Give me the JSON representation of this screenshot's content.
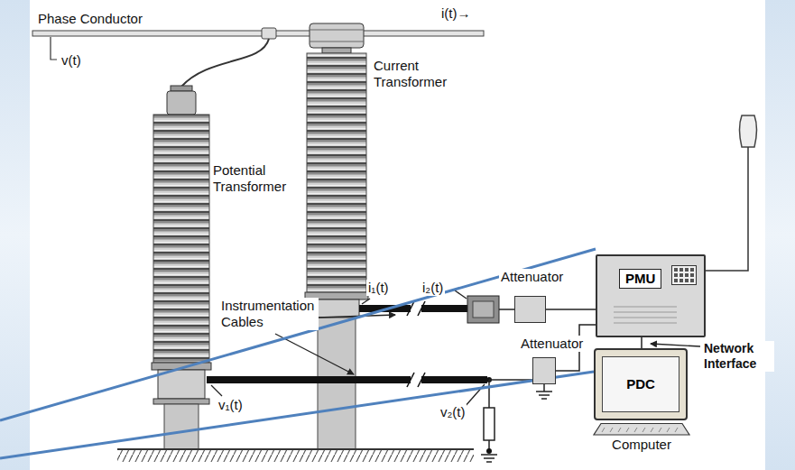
{
  "diagram": {
    "nodes": [
      {
        "text": [
          "Attenuator"
        ]
      },
      {
        "text": [
          "PMU"
        ]
      },
      {
        "text": [
          "Attenuator"
        ]
      },
      {
        "text": [
          "PDC",
          "Computer"
        ]
      }
    ],
    "edges": [
      {
        "from": 0,
        "to": 1,
        "arrow": "none"
      },
      {
        "from": 2,
        "to": 1,
        "arrow": "none"
      },
      {
        "from": 1,
        "to": 3,
        "arrow": "none"
      }
    ],
    "labels": [
      "Phase Conductor",
      "i(t)→",
      "v(t)",
      "Potential Transformer",
      "Current Transformer",
      "i₁(t)",
      "i₂(t)",
      "Instrumentation Cables",
      "v₁(t)",
      "v₂(t)",
      "Network Interface"
    ]
  }
}
